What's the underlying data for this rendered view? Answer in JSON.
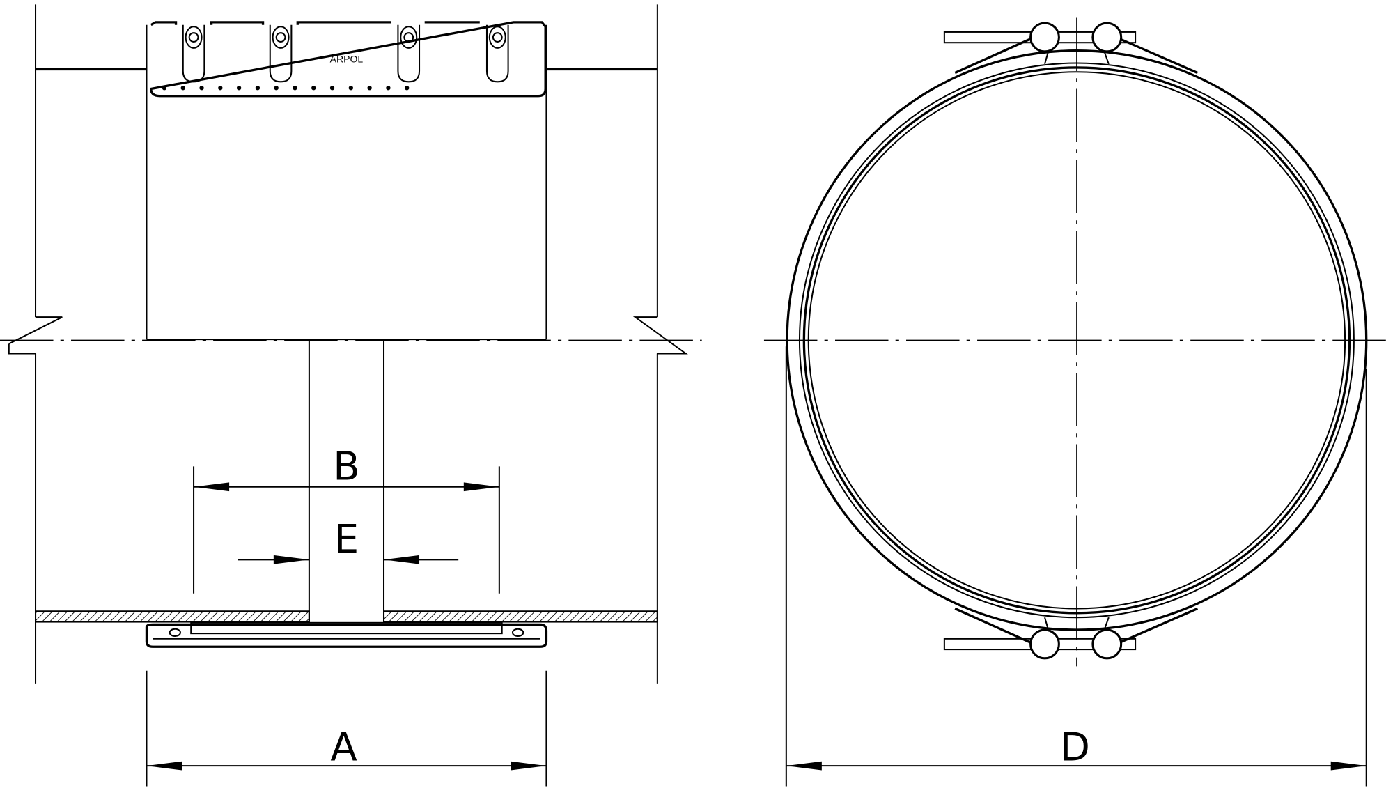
{
  "drawing": {
    "brand_marking": "ARPOL",
    "dimensions": {
      "a": "A",
      "b": "B",
      "d": "D",
      "e": "E"
    },
    "views": [
      "side-section",
      "end"
    ]
  }
}
